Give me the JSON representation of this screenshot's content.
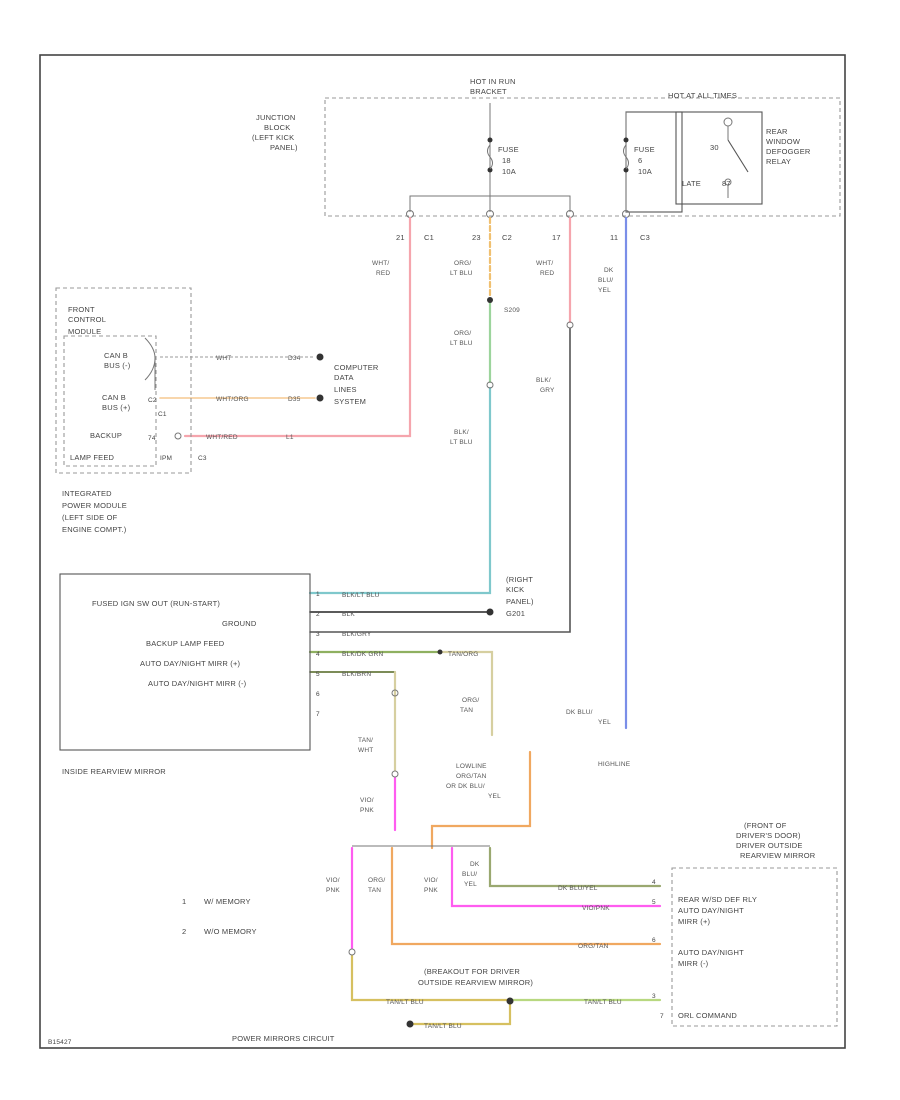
{
  "jb": {
    "title": [
      "HOT IN RUN",
      "BRACKET"
    ],
    "label": [
      "JUNCTION",
      "BLOCK",
      "(LEFT KICK",
      "PANEL)"
    ],
    "fuse1": [
      "FUSE",
      "18",
      "10A"
    ],
    "fuse2": [
      "FUSE",
      "6",
      "10A"
    ],
    "hot_all": "HOT AT ALL TIMES",
    "relay": [
      "REAR",
      "WINDOW",
      "DEFOGGER",
      "RELAY"
    ],
    "relay_pins": [
      "30",
      "LATE",
      "87"
    ],
    "pins": [
      "21",
      "C1",
      "23",
      "C2",
      "17",
      "11",
      "C3"
    ]
  },
  "wire_labels": {
    "wht_red_1": [
      "WHT/",
      "RED"
    ],
    "org_ltblu_1": [
      "ORG/",
      "LT BLU"
    ],
    "wht_red_2": [
      "WHT/",
      "RED"
    ],
    "dkblu_yel_1": [
      "DK",
      "BLU/",
      "YEL"
    ],
    "s209": "S209",
    "org_ltblu_2": [
      "ORG/",
      "LT BLU"
    ],
    "blk_gry_1": [
      "BLK/",
      "GRY"
    ],
    "blk_ltblu_1": [
      "BLK/",
      "LT BLU"
    ],
    "wht": "WHT",
    "wht_org": "WHT/ORG",
    "wht_red_3": "WHT/RED",
    "d34": "D34",
    "d35": "D35",
    "l1": "L1",
    "blk_ltblu_2": "BLK/LT BLU",
    "blk": "BLK",
    "blk_gry_2": "BLK/GRY",
    "blk_dkgrn": "BLK/DK GRN",
    "blk_brn": "BLK/BRN",
    "tan_org_1": "TAN/ORG",
    "org_tan_1": [
      "ORG/",
      "TAN"
    ],
    "dkblu_yel_2": [
      "DK BLU/",
      "YEL"
    ],
    "tan_wht": [
      "TAN/",
      "WHT"
    ],
    "lowline": [
      "LOWLINE",
      "ORG/TAN",
      "OR DK BLU/",
      "YEL"
    ],
    "highline": "HIGHLINE",
    "vio_pnk_1": [
      "VIO/",
      "PNK"
    ],
    "vio_pnk_2": [
      "VIO/",
      "PNK"
    ],
    "org_tan_2": [
      "ORG/",
      "TAN"
    ],
    "vio_pnk_3": [
      "VIO/",
      "PNK"
    ],
    "dkblu_yel_3": [
      "DK",
      "BLU/",
      "YEL"
    ],
    "dkblu_yel_4": "DK BLU/YEL",
    "vio_pnk_4": "VIO/PNK",
    "org_tan_3": "ORG/TAN",
    "tan_ltblu_1": "TAN/LT BLU",
    "tan_ltblu_2": "TAN/LT BLU",
    "tan_ltblu_3": "TAN/LT BLU"
  },
  "fcm": {
    "label": [
      "FRONT",
      "CONTROL",
      "MODULE"
    ],
    "canb_low": [
      "CAN B",
      "BUS (-)"
    ],
    "canb_high": [
      "CAN B",
      "BUS (+)"
    ],
    "backup": [
      "BACKUP",
      "LAMP FEED"
    ],
    "pins": [
      "74",
      "C2",
      "C1",
      "C3",
      "IPM"
    ],
    "ipm_label": [
      "INTEGRATED",
      "POWER MODULE",
      "(LEFT SIDE OF",
      "ENGINE COMPT.)"
    ]
  },
  "cds": [
    "COMPUTER",
    "DATA",
    "LINES",
    "SYSTEM"
  ],
  "ground": [
    "(RIGHT",
    "KICK",
    "PANEL)",
    "G201"
  ],
  "mirror": {
    "rows": [
      "FUSED IGN SW OUT (RUN-START)",
      "GROUND",
      "BACKUP LAMP FEED",
      "AUTO DAY/NIGHT MIRR (+)",
      "AUTO DAY/NIGHT MIRR (-)"
    ],
    "pins": [
      "1",
      "2",
      "3",
      "4",
      "5",
      "6",
      "7"
    ],
    "label": "INSIDE REARVIEW MIRROR"
  },
  "legend": [
    {
      "num": "1",
      "text": "W/ MEMORY"
    },
    {
      "num": "2",
      "text": "W/O MEMORY"
    }
  ],
  "outside_mirror": {
    "heading": [
      "(FRONT OF",
      "DRIVER'S DOOR)",
      "DRIVER OUTSIDE",
      "REARVIEW MIRROR"
    ],
    "rows": [
      "REAR W/SD DEF RLY",
      "AUTO DAY/NIGHT",
      "MIRR (+)",
      "AUTO DAY/NIGHT",
      "MIRR (-)",
      "ORL COMMAND"
    ],
    "pins": [
      "4",
      "5",
      "6",
      "3",
      "7"
    ]
  },
  "breakout_note": [
    "(BREAKOUT FOR DRIVER",
    "OUTSIDE REARVIEW MIRROR)"
  ],
  "footer": {
    "title": "POWER MIRRORS CIRCUIT",
    "code": "B15427"
  },
  "colors": {
    "pink": "#f5a5ad",
    "orange": "#f0a860",
    "green": "#9cd49c",
    "teal": "#7fc8cc",
    "blue": "#7a8ee8",
    "dark": "#333333",
    "magenta": "#ff5cf0",
    "olive": "#8fb060",
    "tan": "#d6cfa0"
  }
}
